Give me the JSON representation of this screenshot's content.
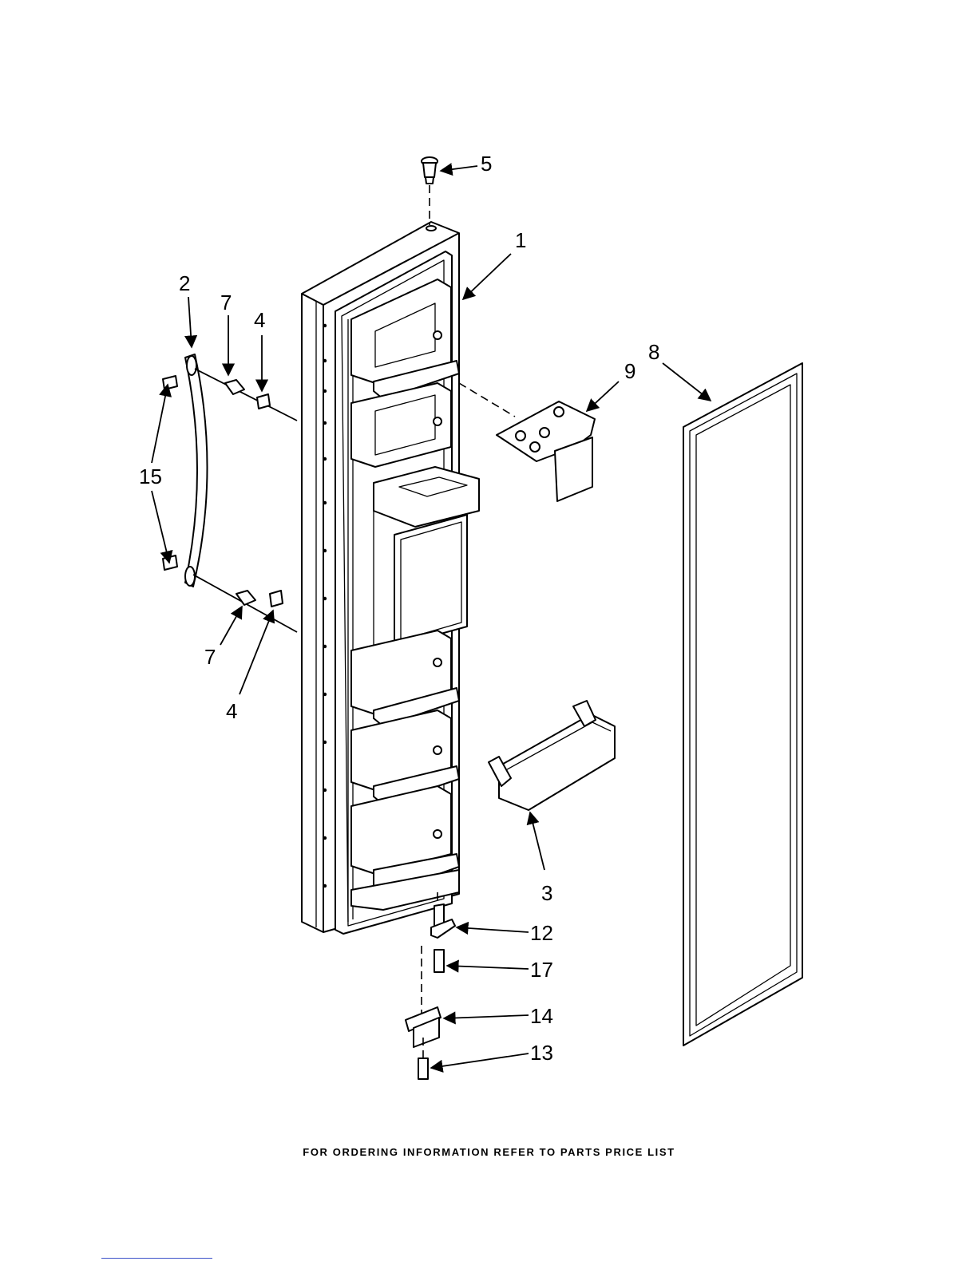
{
  "footer_text": "FOR ORDERING INFORMATION REFER TO PARTS PRICE LIST",
  "callouts": [
    {
      "id": "c5",
      "label": "5"
    },
    {
      "id": "c1",
      "label": "1"
    },
    {
      "id": "c2",
      "label": "2"
    },
    {
      "id": "c7a",
      "label": "7"
    },
    {
      "id": "c4a",
      "label": "4"
    },
    {
      "id": "c8",
      "label": "8"
    },
    {
      "id": "c9",
      "label": "9"
    },
    {
      "id": "c15",
      "label": "15"
    },
    {
      "id": "c7b",
      "label": "7"
    },
    {
      "id": "c4b",
      "label": "4"
    },
    {
      "id": "c3",
      "label": "3"
    },
    {
      "id": "c12",
      "label": "12"
    },
    {
      "id": "c17",
      "label": "17"
    },
    {
      "id": "c14",
      "label": "14"
    },
    {
      "id": "c13",
      "label": "13"
    }
  ]
}
